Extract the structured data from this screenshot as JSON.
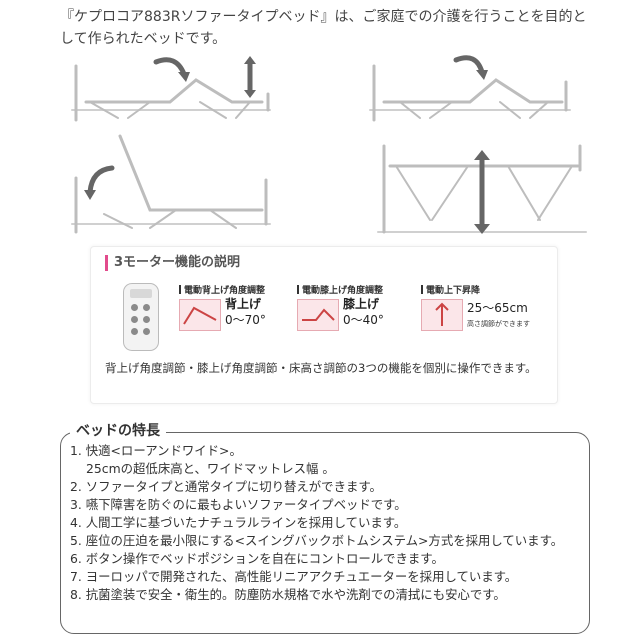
{
  "intro": "『ケプロコア883Rソファータイプベッド』は、ご家庭での介護を行うことを目的として作られたベッドです。",
  "motor_panel": {
    "title": "3モーター機能の説明",
    "features": [
      {
        "heading": "電動背上げ角度調整",
        "label": "背上げ",
        "range": "0〜70°",
        "sub": ""
      },
      {
        "heading": "電動膝上げ角度調整",
        "label": "膝上げ",
        "range": "0〜40°",
        "sub": ""
      },
      {
        "heading": "電動上下昇降",
        "label": "",
        "range": "25〜65cm",
        "sub": "高さ調節ができます"
      }
    ],
    "description": "背上げ角度調節・膝上げ角度調節・床高さ調節の3つの機能を個別に操作できます。"
  },
  "bed_features": {
    "title": "ベッドの特長",
    "items": [
      "1. 快適<ローアンドワイド>。",
      "25cmの超低床高と、ワイドマットレス幅 。",
      "2. ソファータイプと通常タイプに切り替えができます。",
      "3. 嚥下障害を防ぐのに最もよいソファータイプベッドです。",
      "4. 人間工学に基づいたナチュラルラインを採用しています。",
      "5. 座位の圧迫を最小限にする<スイングバックボトムシステム>方式を採用しています。",
      "6. ボタン操作でベッドポジションを自在にコントロールできます。",
      "7. ヨーロッパで開発された、高性能リニアアクチュエーターを採用しています。",
      "8. 抗菌塗装で安全・衛生的。防塵防水規格で水や洗剤での清拭にも安心です。"
    ]
  }
}
